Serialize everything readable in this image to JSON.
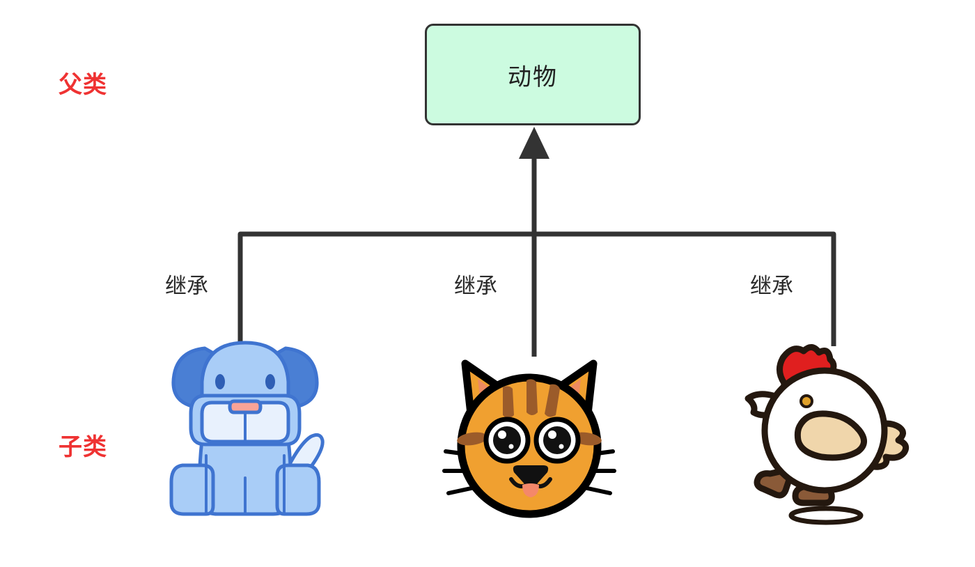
{
  "diagram": {
    "type": "class-inheritance",
    "background_color": "#ffffff",
    "row_labels": {
      "parent": "父类",
      "child": "子类",
      "color": "#ef3232"
    },
    "parent_class": {
      "name": "动物",
      "fill_color": "#ccfbe0",
      "border_color": "#333333",
      "text_color": "#222222"
    },
    "edges": [
      {
        "label": "继承"
      },
      {
        "label": "继承"
      },
      {
        "label": "继承"
      }
    ],
    "edge_color": "#333333",
    "children": [
      {
        "icon": "dog-icon",
        "colors": {
          "body": "#a9cdf7",
          "ear": "#4a7fd4",
          "outline": "#3f74d0",
          "muzzle": "#e8f1fd",
          "tongue": "#f9a397"
        }
      },
      {
        "icon": "cat-icon",
        "colors": {
          "face": "#f0a030",
          "stripe": "#9b5b2a",
          "inner_ear": "#ed8a61",
          "outline": "#000000",
          "tongue": "#f4886a"
        }
      },
      {
        "icon": "chicken-icon",
        "colors": {
          "body": "#ffffff",
          "comb": "#e01f1f",
          "wing": "#f0d6ab",
          "feet": "#8a5a38",
          "outline": "#24180f"
        }
      }
    ]
  }
}
